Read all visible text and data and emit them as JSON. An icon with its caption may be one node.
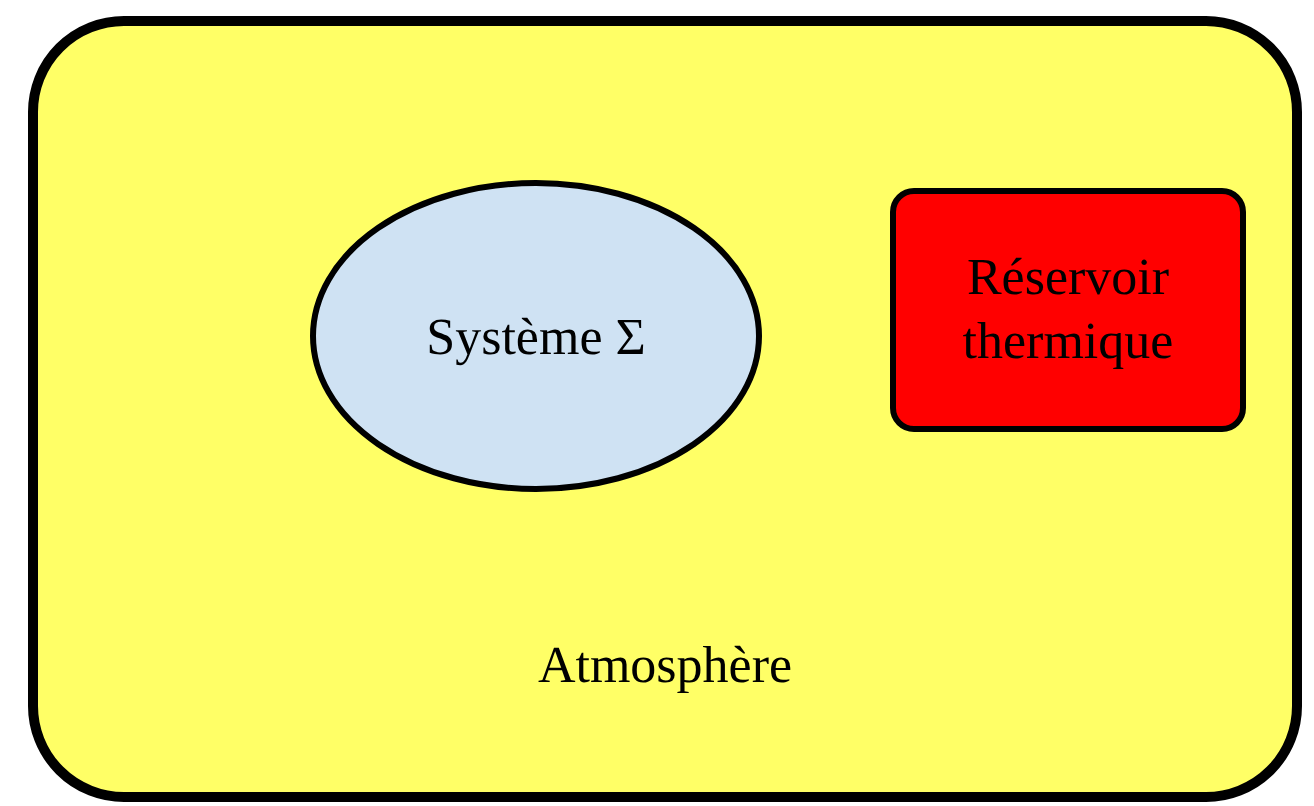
{
  "diagram": {
    "nodes": [
      {
        "text": [
          "Atmosphère"
        ]
      },
      {
        "text": [
          "Système Σ"
        ],
        "in": 0
      },
      {
        "text": [
          "Réservoir thermique"
        ],
        "in": 0
      }
    ]
  }
}
